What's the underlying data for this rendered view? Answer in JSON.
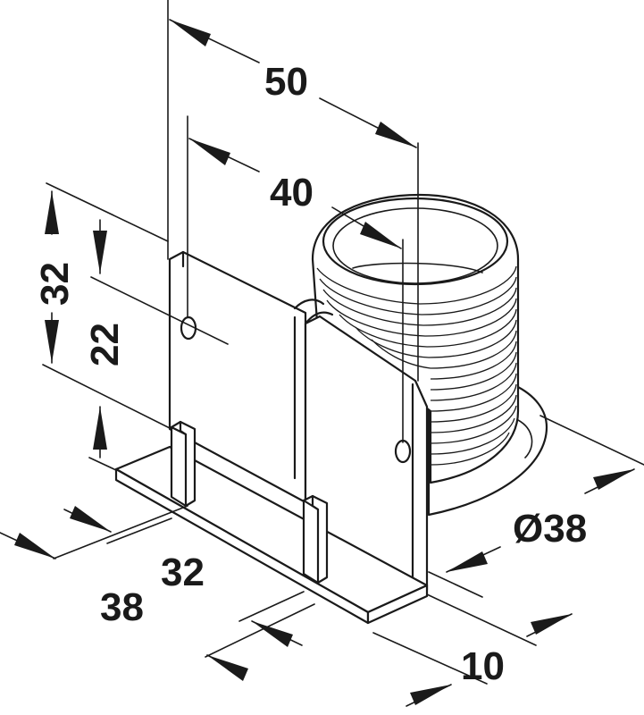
{
  "diagram": {
    "dimensions": {
      "overall_width": "50",
      "hole_spacing": "40",
      "total_height": "32",
      "plate_height": "22",
      "base_depth_outer": "38",
      "base_depth_inner": "32",
      "base_diameter": "Ø38",
      "foot_width": "10"
    }
  }
}
